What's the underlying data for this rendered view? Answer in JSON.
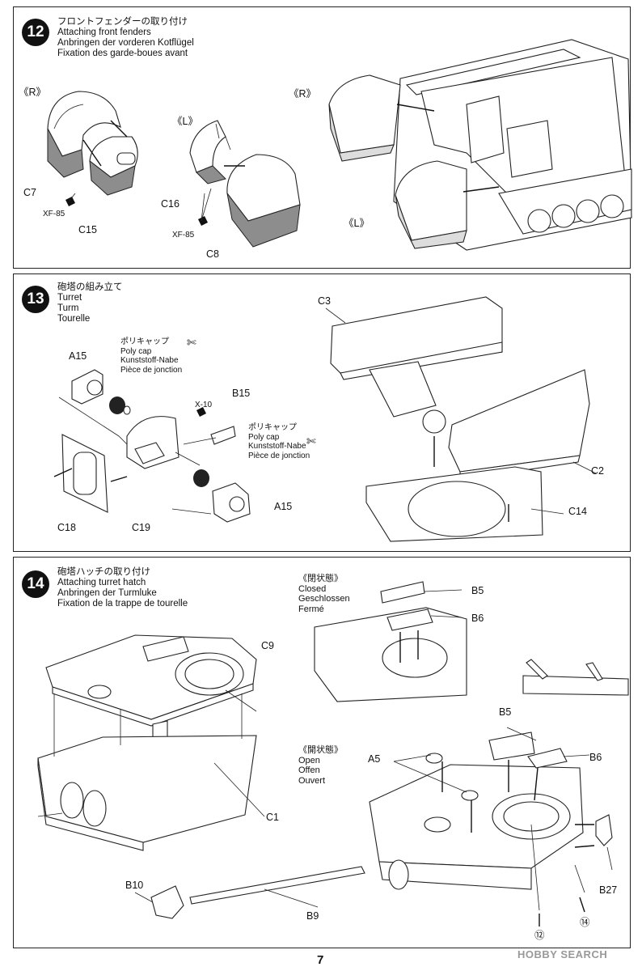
{
  "steps": [
    {
      "number": "12",
      "title_jp": "フロントフェンダーの取り付け",
      "title_en": "Attaching front fenders",
      "title_de": "Anbringen der vorderen Kotflügel",
      "title_fr": "Fixation des garde-boues avant",
      "labels": {
        "r1": "《R》",
        "l1": "《L》",
        "r2": "《R》",
        "l2": "《L》",
        "c7": "C7",
        "c15": "C15",
        "c16": "C16",
        "c8": "C8",
        "xf85a": "XF-85",
        "xf85b": "XF-85"
      }
    },
    {
      "number": "13",
      "title_jp": "砲塔の組み立て",
      "title_en": "Turret",
      "title_de": "Turm",
      "title_fr": "Tourelle",
      "labels": {
        "a15a": "A15",
        "a15b": "A15",
        "b15": "B15",
        "x10": "X-10",
        "c18": "C18",
        "c19": "C19",
        "c3": "C3",
        "c2": "C2",
        "c14": "C14"
      },
      "polycap_note": {
        "jp": "ポリキャップ",
        "en": "Poly cap",
        "de": "Kunststoff-Nabe",
        "fr": "Pièce de jonction"
      }
    },
    {
      "number": "14",
      "title_jp": "砲塔ハッチの取り付け",
      "title_en": "Attaching turret hatch",
      "title_de": "Anbringen der Turmluke",
      "title_fr": "Fixation de la trappe de tourelle",
      "labels": {
        "c9": "C9",
        "c1": "C1",
        "b10": "B10",
        "b9": "B9",
        "b5a": "B5",
        "b6a": "B6",
        "b5b": "B5",
        "b6b": "B6",
        "a5": "A5",
        "b27": "B27",
        "ref12": "⑫",
        "ref14": "⑭"
      },
      "closed": {
        "jp": "《閉状態》",
        "en": "Closed",
        "de": "Geschlossen",
        "fr": "Fermé"
      },
      "open": {
        "jp": "《開状態》",
        "en": "Open",
        "de": "Offen",
        "fr": "Ouvert"
      }
    }
  ],
  "footer": {
    "page_number": "7",
    "watermark": "HOBBY SEARCH"
  }
}
